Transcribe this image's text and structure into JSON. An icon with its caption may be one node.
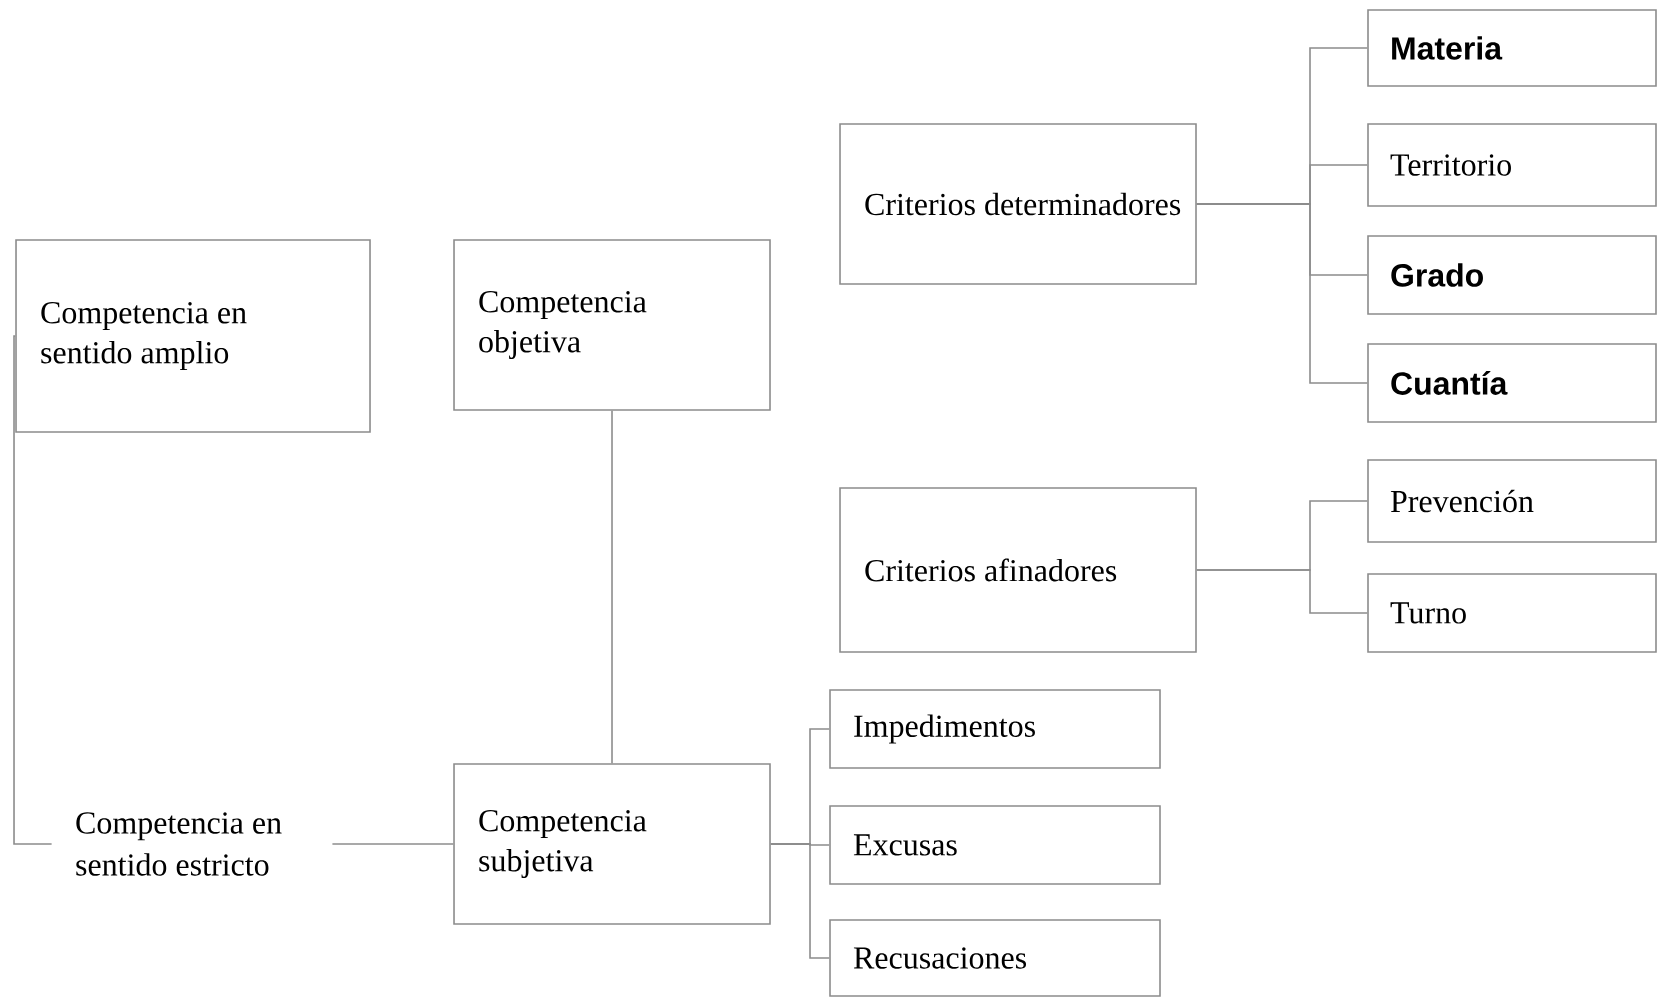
{
  "diagram": {
    "nodes": [
      {
        "text": [
          "Competencia en sentido amplio"
        ]
      },
      {
        "text": [
          "Competencia objetiva"
        ]
      },
      {
        "text": [
          "Criterios determinadores"
        ]
      },
      {
        "text": [
          "Materia"
        ]
      },
      {
        "text": [
          "Territorio"
        ]
      },
      {
        "text": [
          "Grado"
        ]
      },
      {
        "text": [
          "Cuantía"
        ]
      },
      {
        "text": [
          "Criterios afinadores"
        ]
      },
      {
        "text": [
          "Prevención"
        ]
      },
      {
        "text": [
          "Turno"
        ]
      },
      {
        "text": [
          "Competencia en sentido estricto"
        ]
      },
      {
        "text": [
          "Competencia subjetiva"
        ]
      },
      {
        "text": [
          "Impedimentos"
        ]
      },
      {
        "text": [
          "Excusas"
        ]
      },
      {
        "text": [
          "Recusaciones"
        ]
      }
    ],
    "edges": [
      {
        "from": 0,
        "to": 10,
        "arrow": "none"
      },
      {
        "from": 10,
        "to": 11,
        "arrow": "none"
      },
      {
        "from": 1,
        "to": 11,
        "arrow": "none"
      },
      {
        "from": 2,
        "to": 3,
        "arrow": "none"
      },
      {
        "from": 2,
        "to": 4,
        "arrow": "none"
      },
      {
        "from": 2,
        "to": 5,
        "arrow": "none"
      },
      {
        "from": 2,
        "to": 6,
        "arrow": "none"
      },
      {
        "from": 7,
        "to": 8,
        "arrow": "none"
      },
      {
        "from": 7,
        "to": 9,
        "arrow": "none"
      },
      {
        "from": 11,
        "to": 12,
        "arrow": "none"
      },
      {
        "from": 11,
        "to": 13,
        "arrow": "none"
      },
      {
        "from": 11,
        "to": 14,
        "arrow": "none"
      }
    ]
  }
}
